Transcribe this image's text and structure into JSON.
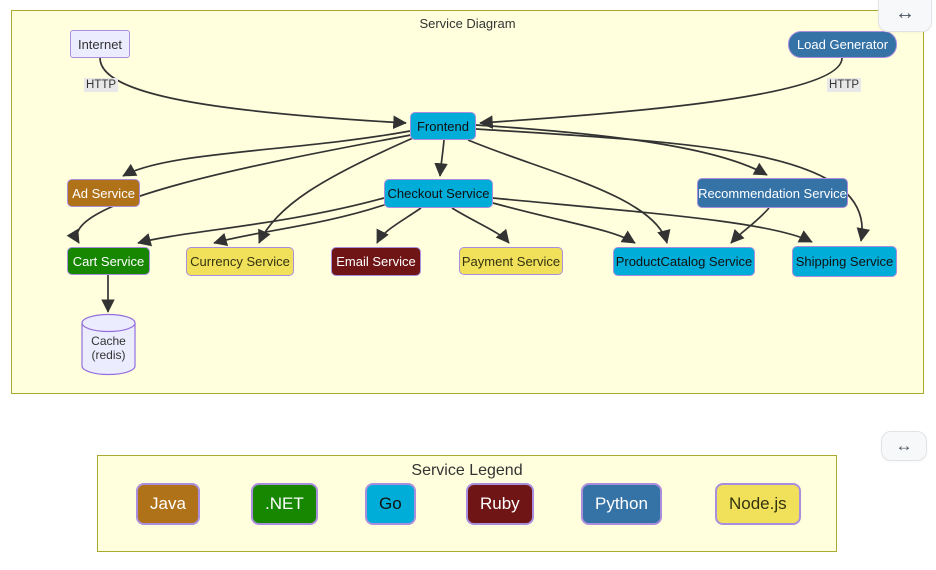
{
  "diagram": {
    "title": "Service Diagram",
    "nodes": {
      "internet": {
        "label": "Internet",
        "bg": "#ECECFF",
        "fg": "#333333"
      },
      "load_generator": {
        "label": "Load Generator",
        "bg": "#3572A5",
        "fg": "#ffffff"
      },
      "frontend": {
        "label": "Frontend",
        "bg": "#00ADD8",
        "fg": "#111111"
      },
      "ad": {
        "label": "Ad Service",
        "bg": "#b07219",
        "fg": "#ffffff"
      },
      "checkout": {
        "label": "Checkout Service",
        "bg": "#00ADD8",
        "fg": "#111111"
      },
      "recommendation": {
        "label": "Recommendation Service",
        "bg": "#3572A5",
        "fg": "#ffffff"
      },
      "cart": {
        "label": "Cart Service",
        "bg": "#178600",
        "fg": "#ffffff"
      },
      "currency": {
        "label": "Currency Service",
        "bg": "#f1e05a",
        "fg": "#333311"
      },
      "email": {
        "label": "Email Service",
        "bg": "#701516",
        "fg": "#ffffff"
      },
      "payment": {
        "label": "Payment Service",
        "bg": "#f1e05a",
        "fg": "#333311"
      },
      "productcatalog": {
        "label": "ProductCatalog Service",
        "bg": "#00ADD8",
        "fg": "#111111"
      },
      "shipping": {
        "label": "Shipping Service",
        "bg": "#00ADD8",
        "fg": "#111111"
      },
      "cache": {
        "label": "Cache (redis)",
        "bg": "#ECECFF",
        "fg": "#333333"
      }
    },
    "edges": [
      {
        "from": "Internet",
        "to": "Frontend",
        "label": "HTTP"
      },
      {
        "from": "Load Generator",
        "to": "Frontend",
        "label": "HTTP"
      },
      {
        "from": "Frontend",
        "to": "Ad Service"
      },
      {
        "from": "Frontend",
        "to": "Checkout Service"
      },
      {
        "from": "Frontend",
        "to": "Cart Service"
      },
      {
        "from": "Frontend",
        "to": "Currency Service"
      },
      {
        "from": "Frontend",
        "to": "ProductCatalog Service"
      },
      {
        "from": "Frontend",
        "to": "Recommendation Service"
      },
      {
        "from": "Frontend",
        "to": "Shipping Service"
      },
      {
        "from": "Checkout Service",
        "to": "Cart Service"
      },
      {
        "from": "Checkout Service",
        "to": "Currency Service"
      },
      {
        "from": "Checkout Service",
        "to": "Email Service"
      },
      {
        "from": "Checkout Service",
        "to": "Payment Service"
      },
      {
        "from": "Checkout Service",
        "to": "ProductCatalog Service"
      },
      {
        "from": "Checkout Service",
        "to": "Shipping Service"
      },
      {
        "from": "Recommendation Service",
        "to": "ProductCatalog Service"
      },
      {
        "from": "Cart Service",
        "to": "Cache (redis)"
      }
    ]
  },
  "legend": {
    "title": "Service Legend",
    "items": [
      {
        "label": "Java",
        "color": "#b07219",
        "text_color": "#ffffff"
      },
      {
        "label": ".NET",
        "color": "#178600",
        "text_color": "#ffffff"
      },
      {
        "label": "Go",
        "color": "#00ADD8",
        "text_color": "#111111"
      },
      {
        "label": "Ruby",
        "color": "#701516",
        "text_color": "#ffffff"
      },
      {
        "label": "Python",
        "color": "#3572A5",
        "text_color": "#ffffff"
      },
      {
        "label": "Node.js",
        "color": "#f1e05a",
        "text_color": "#333311"
      }
    ]
  },
  "controls": {
    "expand_icon": "↔"
  },
  "colors": {
    "panel_bg": "#ffffde",
    "panel_border": "#aaaa33",
    "node_border": "#a98ede",
    "default_node": "#ECECFF",
    "default_border": "#9370DB",
    "edge": "#333333",
    "edge_label_bg": "#e8e8e8"
  }
}
